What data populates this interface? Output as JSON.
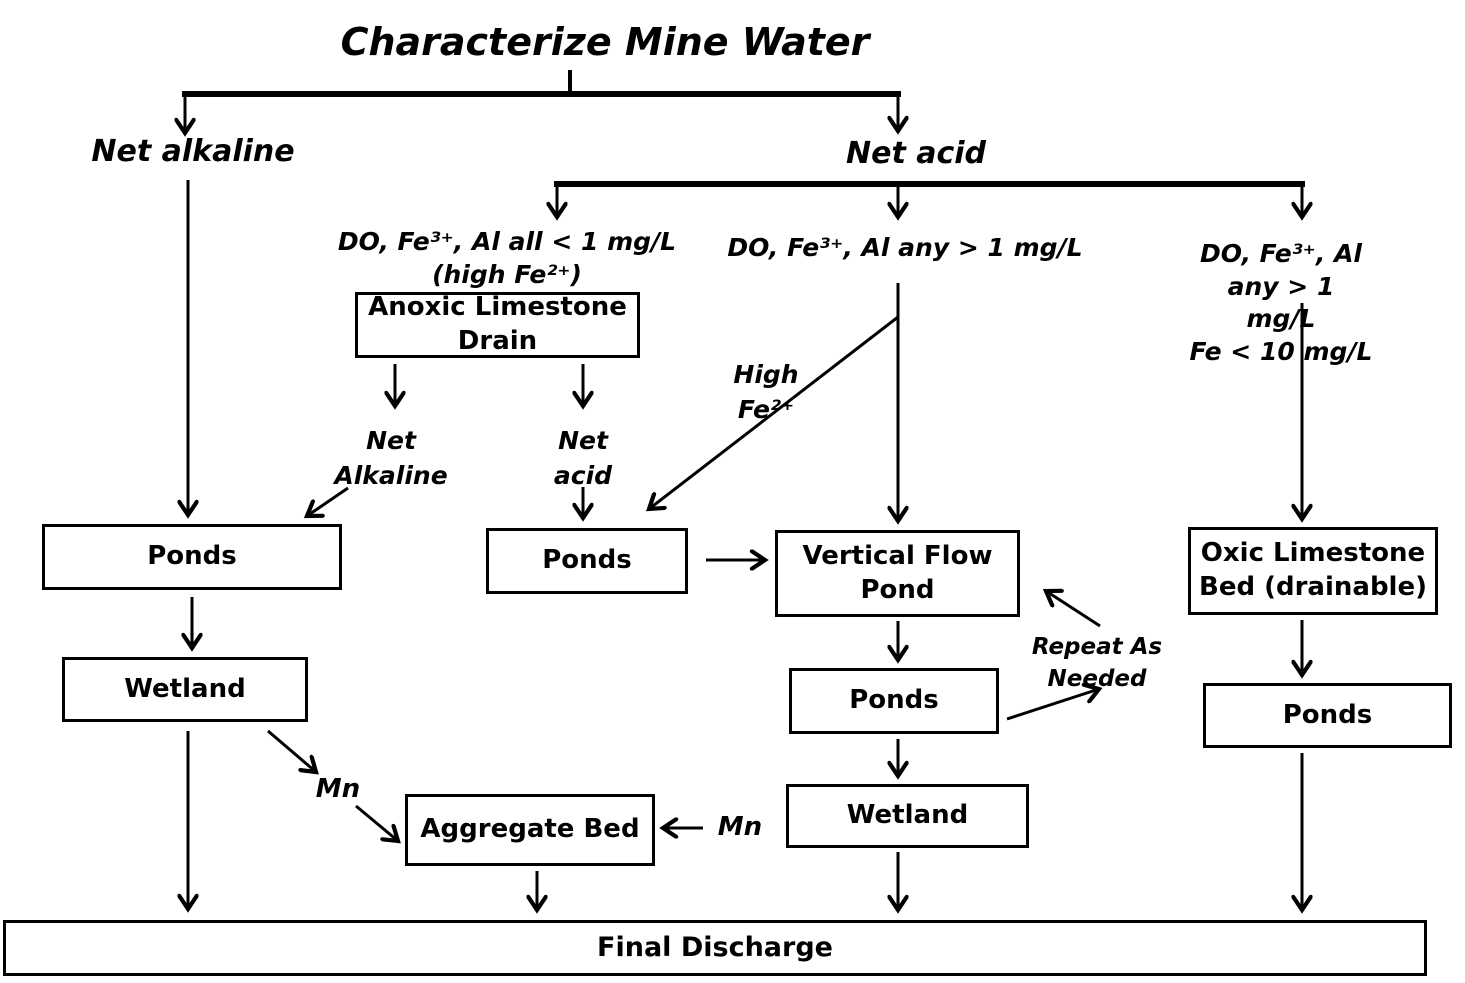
{
  "title": "Characterize Mine Water",
  "branch": {
    "net_alkaline": "Net alkaline",
    "net_acid": "Net acid"
  },
  "condition": {
    "anoxic": "DO, Fe³⁺, Al all < 1 mg/L\n(high Fe²⁺)",
    "vertical_flow": "DO, Fe³⁺, Al any > 1 mg/L",
    "oxic": "DO, Fe³⁺, Al any > 1 mg/L\nFe < 10 mg/L"
  },
  "label": {
    "net_alkaline_small": "Net\nAlkaline",
    "net_acid_small": "Net\nacid",
    "high_fe": "High\nFe²⁺",
    "mn_left": "Mn",
    "mn_mid": "Mn",
    "repeat": "Repeat As\nNeeded"
  },
  "box": {
    "anoxic_limestone_drain": "Anoxic Limestone\nDrain",
    "ponds_left": "Ponds",
    "wetland_left": "Wetland",
    "ponds_mid": "Ponds",
    "vertical_flow_pond": "Vertical Flow\nPond",
    "ponds_mid_lower": "Ponds",
    "wetland_mid": "Wetland",
    "aggregate_bed": "Aggregate Bed",
    "oxic_limestone_bed": "Oxic Limestone\nBed (drainable)",
    "ponds_right": "Ponds",
    "final_discharge": "Final Discharge"
  },
  "colors": {
    "ink": "#000000",
    "background": "#ffffff"
  }
}
